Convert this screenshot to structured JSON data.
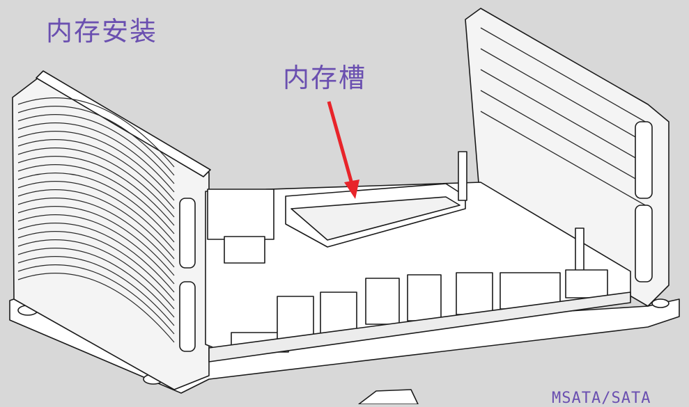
{
  "title": "内存安装",
  "callouts": {
    "memory_slot": "内存槽",
    "storage": "MSATA/SATA"
  },
  "colors": {
    "background": "#d8d8d8",
    "label_text": "#6a4fb0",
    "arrow": "#e8242a",
    "line": "#1a1a1a",
    "part_fill": "#ffffff"
  }
}
